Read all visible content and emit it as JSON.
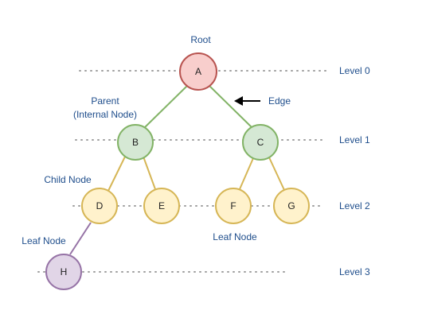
{
  "labels": {
    "root": "Root",
    "edge": "Edge",
    "parent_line1": "Parent",
    "parent_line2": "(Internal Node)",
    "child_node": "Child Node",
    "leaf_node_left": "Leaf Node",
    "leaf_node_right": "Leaf Node"
  },
  "levels": [
    "Level 0",
    "Level 1",
    "Level 2",
    "Level 3"
  ],
  "nodes": {
    "A": "A",
    "B": "B",
    "C": "C",
    "D": "D",
    "E": "E",
    "F": "F",
    "G": "G",
    "H": "H"
  },
  "colors": {
    "root_fill": "#f8cecc",
    "root_stroke": "#b85450",
    "internal_fill": "#d5e8d4",
    "internal_stroke": "#82b366",
    "leaf_fill": "#fff2cc",
    "leaf_stroke": "#d6b656",
    "purple_fill": "#e1d5e7",
    "purple_stroke": "#9673a6",
    "label_text": "#1f4e8c"
  }
}
